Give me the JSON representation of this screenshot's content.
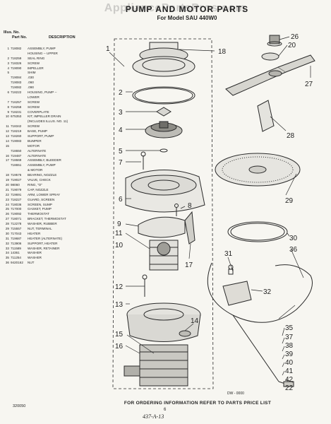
{
  "header": {
    "title": "PUMP AND MOTOR PARTS",
    "subtitle": "For Model SAU 440W0",
    "watermark": "AppliancePartsPros.com"
  },
  "parts_list": {
    "col_illus": "Illus. No.",
    "col_part": "Part No.",
    "col_desc": "DESCRIPTION",
    "rows": [
      [
        "1",
        "718082",
        "ASSEMBLY, PUMP"
      ],
      [
        "",
        "",
        "HOUSING -- UPPER"
      ],
      [
        "2",
        "718259",
        "SEAL RING"
      ],
      [
        "3",
        "718326",
        "SCREW"
      ],
      [
        "4",
        "719090",
        "IMPELLER"
      ],
      [
        "5",
        "",
        "SHIM"
      ],
      [
        "",
        "719084",
        ".030"
      ],
      [
        "",
        "719083",
        ".060"
      ],
      [
        "",
        "719082",
        ".090"
      ],
      [
        "6",
        "718222",
        "HOUSING, PUMP --"
      ],
      [
        "",
        "",
        "LOWER"
      ],
      [
        "7",
        "716257",
        "SCREW"
      ],
      [
        "8",
        "718258",
        "SCREW"
      ],
      [
        "9",
        "718231",
        "COVERPLATE"
      ],
      [
        "10",
        "675353",
        "KIT, IMPELLER DRAIN"
      ],
      [
        "",
        "",
        "(INCLUDES ILLUS. NO. 11)"
      ],
      [
        "11",
        "718342",
        "SCREW"
      ],
      [
        "12",
        "718219",
        "BASE, PUMP"
      ],
      [
        "13",
        "718260",
        "SUPPORT, PUMP"
      ],
      [
        "14",
        "719083",
        "BUMPER"
      ],
      [
        "15",
        "",
        "MOTOR"
      ],
      [
        "",
        "718650",
        "ALTERNATE"
      ],
      [
        "16",
        "719487",
        "ALTERNATE"
      ],
      [
        "17",
        "718669",
        "ASSEMBLY, BLEEDER"
      ],
      [
        "",
        "718651",
        "ASSEMBLY, PUMP"
      ],
      [
        "",
        "",
        "& MOTOR"
      ],
      [
        "18",
        "719576",
        "BEARING, NOZZLE"
      ],
      [
        "19",
        "719027",
        "VALVE, CHECK"
      ],
      [
        "20",
        "98060",
        "RING, \"O\""
      ],
      [
        "21",
        "719079",
        "CAP, NOZZLE"
      ],
      [
        "22",
        "719691",
        "ARM, LOWER SPRAY"
      ],
      [
        "23",
        "718227",
        "GUARD, SCREEN"
      ],
      [
        "24",
        "718036",
        "SCREEN, SUMP"
      ],
      [
        "25",
        "717000",
        "GASKET, PUMP"
      ],
      [
        "26",
        "719092",
        "THERMOSTAT"
      ],
      [
        "27",
        "718071",
        "BRACKET, THERMOSTAT"
      ],
      [
        "28",
        "712278",
        "WASHER, RUBBER"
      ],
      [
        "29",
        "715557",
        "NUT, TERMINAL"
      ],
      [
        "30",
        "717043",
        "HEATER"
      ],
      [
        "31",
        "719687",
        "HEATER (ALTERNATE)"
      ],
      [
        "32",
        "713906",
        "SUPPORT, HEATER"
      ],
      [
        "33",
        "711589",
        "WASHER, RETAINER"
      ],
      [
        "34",
        "14361",
        "WASHER"
      ],
      [
        "35",
        "711254",
        "WASHER"
      ],
      [
        "36",
        "9420162",
        "NUT"
      ]
    ]
  },
  "callouts": {
    "n1": "1",
    "n2": "2",
    "n3": "3",
    "n4": "4",
    "n5": "5",
    "n6": "6",
    "n7": "7",
    "n8": "8",
    "n9": "9",
    "n10": "10",
    "n11": "11",
    "n12": "12",
    "n13": "13",
    "n14": "14",
    "n15": "15",
    "n16": "16",
    "n17": "17",
    "n18": "18",
    "n20": "20",
    "n22": "22",
    "n26": "26",
    "n27": "27",
    "n28": "28",
    "n29": "29",
    "n30": "30",
    "n31": "31",
    "n32": "32",
    "n35": "35",
    "n36": "36",
    "n37": "37",
    "n38": "38",
    "n39": "39",
    "n40": "40",
    "n41": "41",
    "n42": "42"
  },
  "footer": {
    "ordering_note": "FOR ORDERING INFORMATION REFER TO PARTS PRICE LIST",
    "dw_code": "DW - 0000",
    "doc_number": "320050",
    "page_number": "6",
    "page_code": "437-A-13"
  }
}
